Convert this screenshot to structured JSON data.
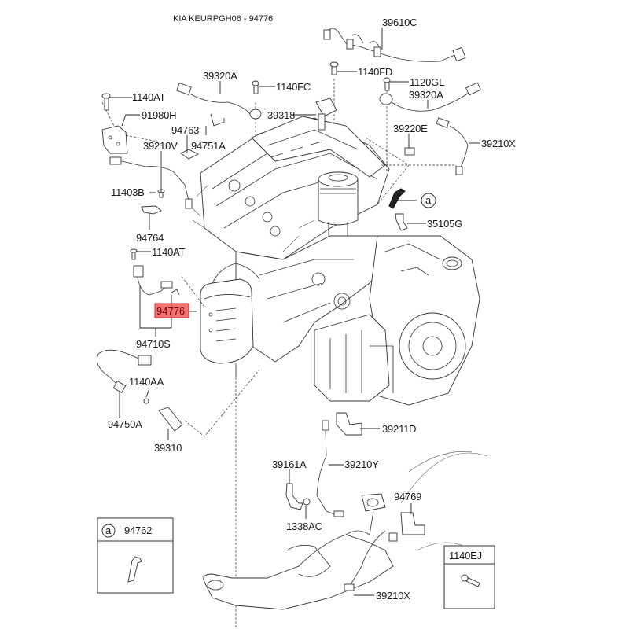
{
  "title": "KIA KEURPGH06 - 94776",
  "highlight": {
    "part": "94776",
    "color": "#f35b5b"
  },
  "labels": {
    "p39610C": "39610C",
    "p1140FD": "1140FD",
    "p1120GL": "1120GL",
    "p39320A_r": "39320A",
    "p39220E": "39220E",
    "p39210X_top": "39210X",
    "p39320A_l": "39320A",
    "p1140FC": "1140FC",
    "p1140AT_top": "1140AT",
    "p91980H": "91980H",
    "p39318": "39318",
    "p94763": "94763",
    "p39210V": "39210V",
    "p94751A": "94751A",
    "p11403B": "11403B",
    "p94764": "94764",
    "p1140AT_mid": "1140AT",
    "p94776": "94776",
    "p94710S": "94710S",
    "p1140AA": "1140AA",
    "p94750A": "94750A",
    "p39310": "39310",
    "p35105G": "35105G",
    "ref_a": "a",
    "p39211D": "39211D",
    "p39161A": "39161A",
    "p39210Y": "39210Y",
    "p1338AC": "1338AC",
    "p94769": "94769",
    "p39210X_bot": "39210X"
  },
  "legend_boxes": {
    "a": {
      "ref": "a",
      "part": "94762"
    },
    "bolt": {
      "part": "1140EJ"
    }
  }
}
